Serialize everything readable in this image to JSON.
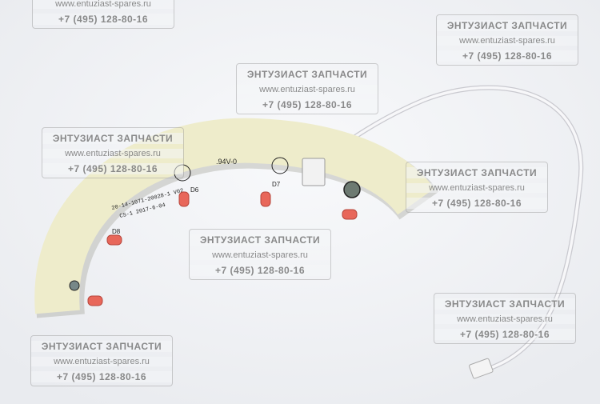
{
  "watermark": {
    "title": "ЭНТУЗИАСТ ЗАПЧАСТИ",
    "url": "www.entuziast-spares.ru",
    "phone": "+7 (495) 128-80-16"
  },
  "pcb": {
    "marking_1": "20-14-1071-20028-1 V02",
    "marking_2": "CS-1  2017-6-04",
    "rating": ".94V-0",
    "leds": [
      "D6",
      "D7",
      "D8"
    ]
  },
  "colors": {
    "board": "#eeeccb",
    "led": "#e8675a",
    "cable": "#f2f2f4"
  }
}
